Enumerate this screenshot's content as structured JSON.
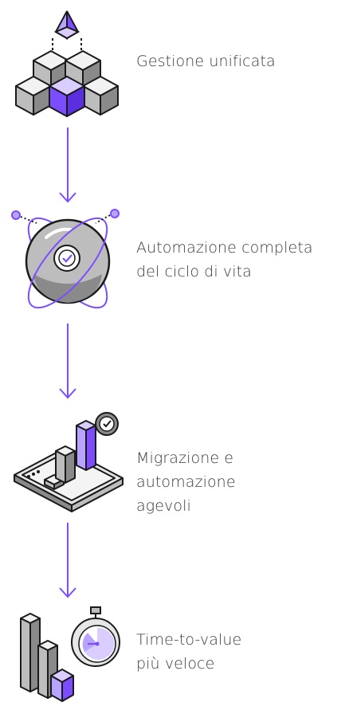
{
  "steps": [
    {
      "lines": [
        "Gestione unificata"
      ]
    },
    {
      "lines": [
        "Automazione completa",
        "del ciclo di vita"
      ]
    },
    {
      "lines": [
        "Migrazione e",
        "automazione",
        "agevoli"
      ]
    },
    {
      "lines": [
        "Time-to-value",
        "più veloce"
      ]
    }
  ],
  "colors": {
    "accent": "#7b4dff",
    "accent_light": "#b8a4ff",
    "outline": "#1a1a1a",
    "gray_light": "#e6e6e6",
    "gray_mid": "#bdbdbd",
    "gray_dark": "#8a8a8a",
    "text": "#3a3a3a"
  }
}
